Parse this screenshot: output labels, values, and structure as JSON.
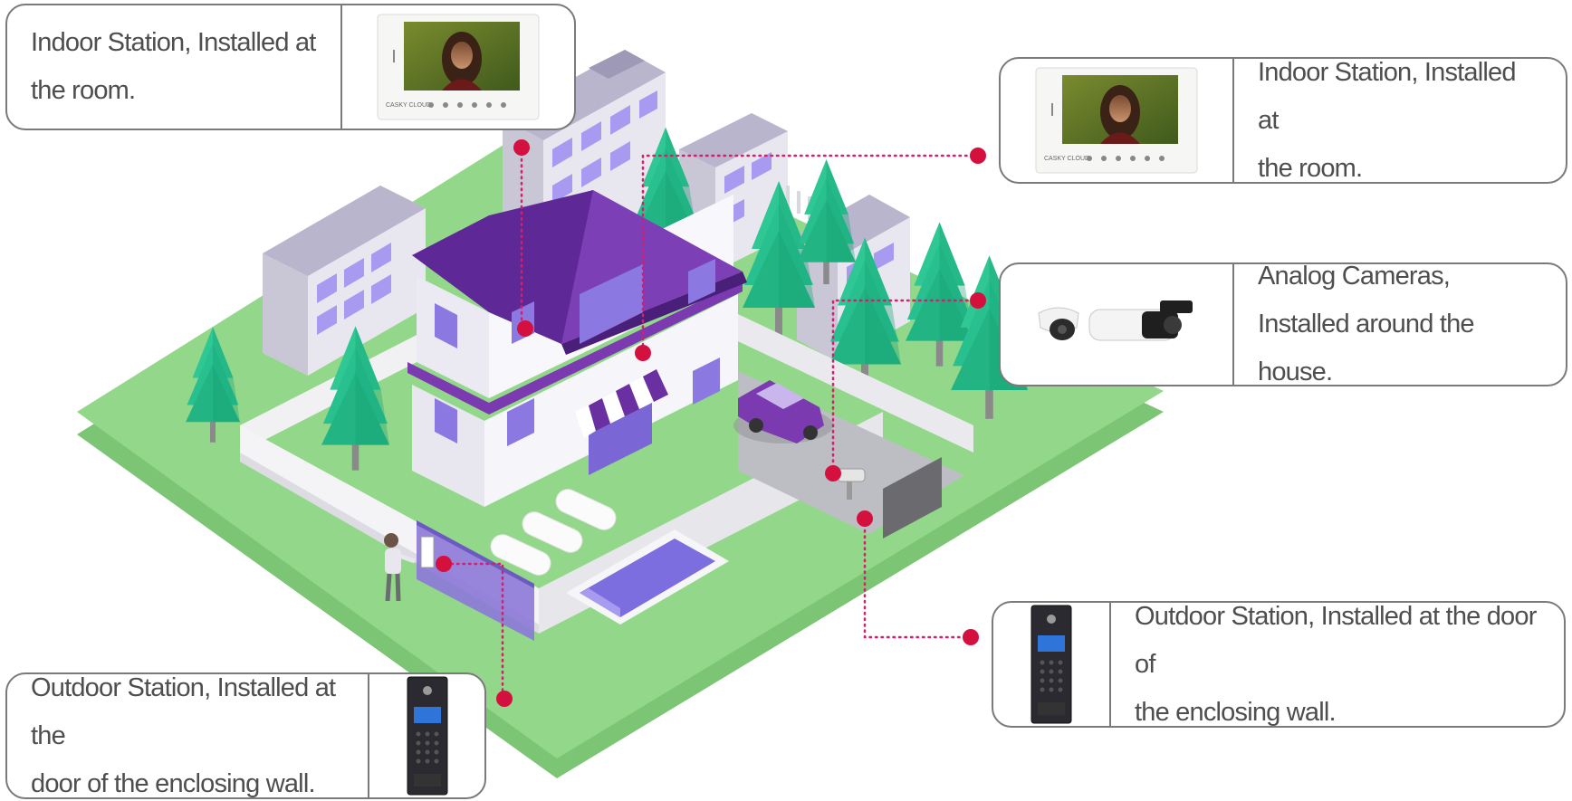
{
  "callouts": {
    "indoor_top_left": {
      "line1": "Indoor Station, Installed at",
      "line2": "the room."
    },
    "indoor_top_right": {
      "line1": "Indoor Station, Installed at",
      "line2": "the room."
    },
    "cameras": {
      "line1": "Analog Cameras,",
      "line2": "Installed around the house."
    },
    "outdoor_right": {
      "line1": "Outdoor Station, Installed at the door  of",
      "line2": "the enclosing wall."
    },
    "outdoor_left": {
      "line1": "Outdoor Station, Installed at the",
      "line2": "door of the enclosing wall."
    }
  },
  "device_labels": {
    "monitor_brand": "CASKY CLOUD"
  },
  "icons": {
    "indoor_station": "indoor-monitor-icon",
    "outdoor_station": "outdoor-keypad-panel-icon",
    "camera": "analog-camera-icon",
    "connector": "red-dot-marker"
  },
  "colors": {
    "grass": "#93d88a",
    "grass_edge": "#7cc574",
    "wall": "#f1f1f3",
    "house_wall": "#f4f3f8",
    "roof": "#6a2fa0",
    "window": "#8b78e0",
    "tree": "#27c08e",
    "tree_dark": "#159d72",
    "building": "#cfcdda",
    "marker": "#d4103e",
    "leader": "#d41f6d",
    "border": "#7a7a7a",
    "text": "#4e4e4e"
  }
}
